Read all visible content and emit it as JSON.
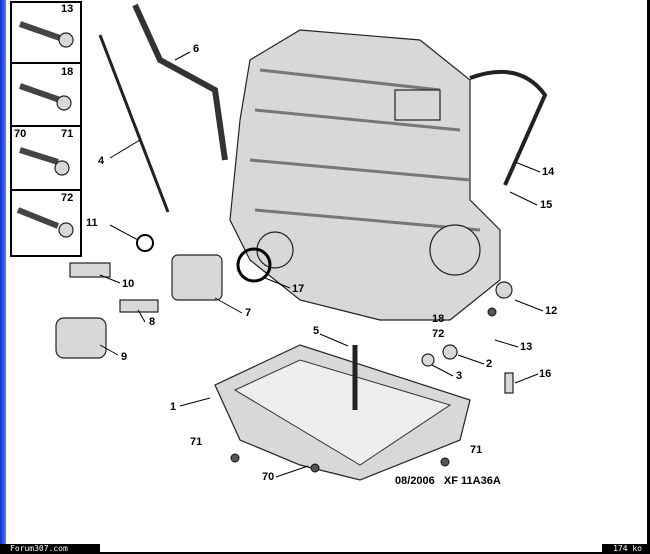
{
  "diagram": {
    "inset_labels": [
      "13",
      "18",
      "70",
      "71",
      "72"
    ],
    "callouts": {
      "c6": "6",
      "c4": "4",
      "c11": "11",
      "c10": "10",
      "c8": "8",
      "c9": "9",
      "c7": "7",
      "c17": "17",
      "c14": "14",
      "c15": "15",
      "c12": "12",
      "c13": "13",
      "c18": "18",
      "c72": "72",
      "c5": "5",
      "c2": "2",
      "c3": "3",
      "c16": "16",
      "c1": "1",
      "c71a": "71",
      "c70": "70",
      "c71b": "71"
    },
    "reference": "08/2006   XF 11A36A"
  },
  "status_bar": {
    "site": "Forum307.com",
    "size": "174 ko"
  }
}
